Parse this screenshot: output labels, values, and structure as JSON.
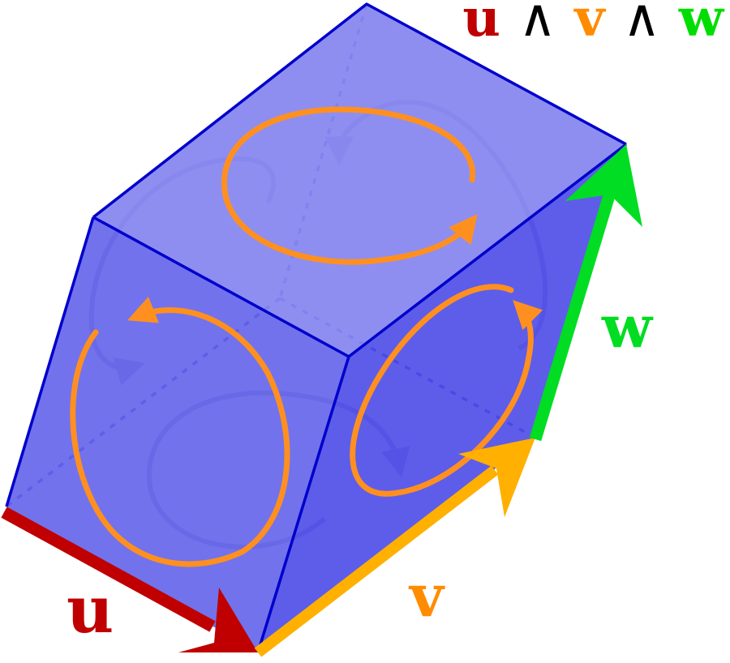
{
  "title": {
    "parts": [
      {
        "text": "u",
        "color": "#c00000"
      },
      {
        "text": "∧",
        "color": "#000000"
      },
      {
        "text": "v",
        "color": "#ff8c00"
      },
      {
        "text": "∧",
        "color": "#000000"
      },
      {
        "text": "w",
        "color": "#00dd00"
      }
    ]
  },
  "vectors": {
    "u": {
      "label": "u",
      "color": "#c00000"
    },
    "v": {
      "label": "v",
      "color": "#ffb000",
      "label_color": "#ff8c00"
    },
    "w": {
      "label": "w",
      "color": "#00dd22"
    }
  },
  "colors": {
    "edge": "#0000cc",
    "face_top": "#8888f0",
    "face_front": "#6666ea",
    "face_right": "#4f4fe8",
    "circulation": "#ff9020",
    "hidden_circulation": "#6a50b0"
  }
}
